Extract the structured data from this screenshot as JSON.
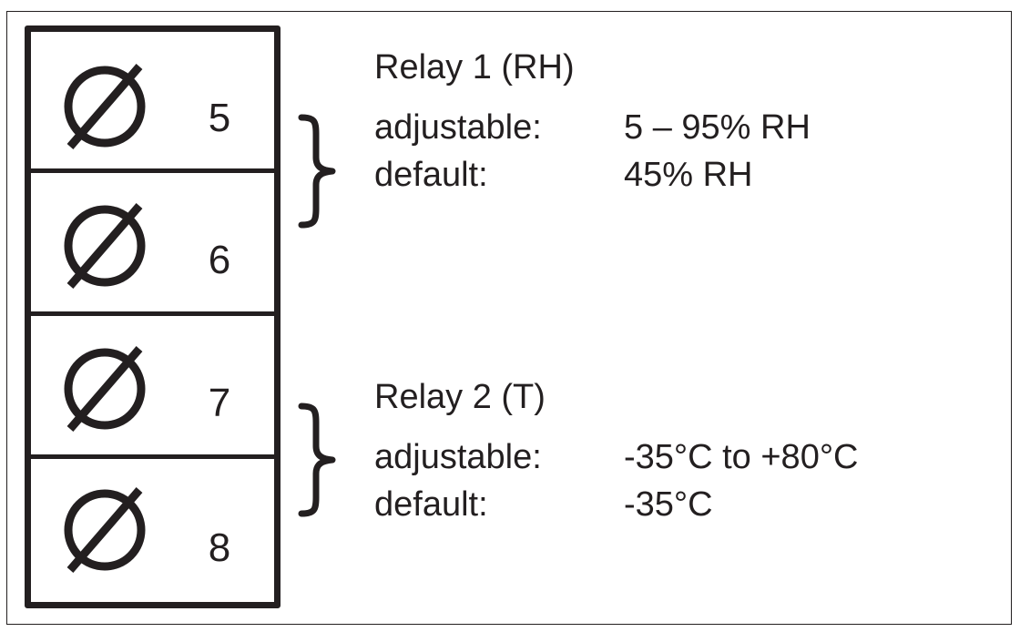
{
  "terminals": [
    "5",
    "6",
    "7",
    "8"
  ],
  "relay1": {
    "title": "Relay 1 (RH)",
    "adjustable_label": "adjustable:",
    "adjustable_value": "5 – 95% RH",
    "default_label": "default:",
    "default_value": "45% RH"
  },
  "relay2": {
    "title": "Relay 2 (T)",
    "adjustable_label": "adjustable:",
    "adjustable_value": "-35°C to +80°C",
    "default_label": "default:",
    "default_value": "-35°C"
  },
  "icons": {
    "screw": "screw-terminal-icon",
    "brace": "curly-brace-icon"
  },
  "colors": {
    "ink": "#231f20",
    "background": "#ffffff"
  }
}
